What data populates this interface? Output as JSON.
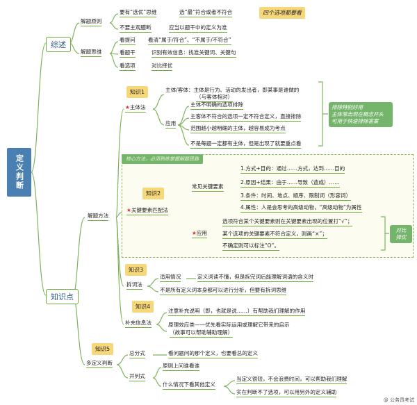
{
  "root": {
    "label": "定义判断"
  },
  "branches": {
    "overview": "综述",
    "knowledge": "知识点"
  },
  "overview": {
    "principles": "解题原则",
    "p1": "要有“选优”思维",
    "p1b": "选“最”符合或者不符合",
    "p1_tag": "四个选项都要看",
    "p2": "不要主观臆断",
    "p2b": "应当以题干中的定义为准",
    "thinking": "解题思维",
    "t1": "看提问",
    "t1b": "看清“属于/符合”、“不属于/不符合”",
    "t2": "看题干",
    "t2b": "识别有效信息：找准关键词、关键句",
    "t3": "看选项",
    "t3b": "对比择优"
  },
  "methods": {
    "label": "解题方法",
    "k1_tag": "知识1",
    "subject_method": "主体法",
    "subject_def": "主体/客体：主体是行为、活动的发出者，即某事是谁做的",
    "subject_def2": "（与客体相对）",
    "apply": "应用",
    "a1": "主体不明确的选项排除",
    "a2": "主客体不符合的选项一定不符合定义，直接排除",
    "a3": "范围越小越明确的主体，越容易成为考点",
    "a4": "不是每题一定都有主体，但是出现了就要重点看",
    "side_note1": "排除特别好用\n主体常出现在概念开头\n可用于快速排除答案",
    "core_stripe": "核心方法，必须熟练掌握解题思路",
    "k2_tag": "知识2",
    "keyword_method": "关键要素匹配法",
    "common": "常见关键要素",
    "c1": "1.方式+目的：通过……方式，达到……目的",
    "c2": "2.原因+结果：由于……导致（造成）……",
    "c3": "3.条件：时间、地点、顺序、限制词（形容词）",
    "c4": "4.属性：人是会思考的高级动物，“高级动物”为属性",
    "apply2": "应用",
    "ap1": "选项符合某个关键要素则在关键要素出现的位置打“√”；",
    "ap2": "某个选项的关键要素不符合定义，则画“×”；",
    "ap3": "不确定则可以标注“O”。",
    "side_note2": "对比\n择优",
    "k3_tag": "知识3",
    "split_method": "拆词法",
    "s_case": "适用情况",
    "s_case_text": "定义词读不懂，但是拆完词后能理解词语的含义时",
    "s_warn": "不是所有定义词本身都可以进行分析，但要有拆词思维",
    "k4_tag": "知识4",
    "supp_method": "补充信息法",
    "sp1": "注意补充说明（即，也就是说……）有帮助我们理解的作用",
    "sp2": "原理效应类——优先看实际运用或理解它带来的启示",
    "sp2b": "（故事可以帮助辅助理解）",
    "k5_tag": "知识5",
    "multi": "多定义判断",
    "m1": "总分式",
    "m1b": "看问题问的那个定义，也要看总的定义",
    "m2": "并列式",
    "m2a": "原则上问谁看谁",
    "m2b": "什么情况下看其他定义",
    "m2b1": "当定义很短，不会浪费时间，可以帮助我们理解",
    "m2b2": "实在判断不了选项，可以用另外的定义辅助"
  },
  "watermark": "@ 公务员考试"
}
